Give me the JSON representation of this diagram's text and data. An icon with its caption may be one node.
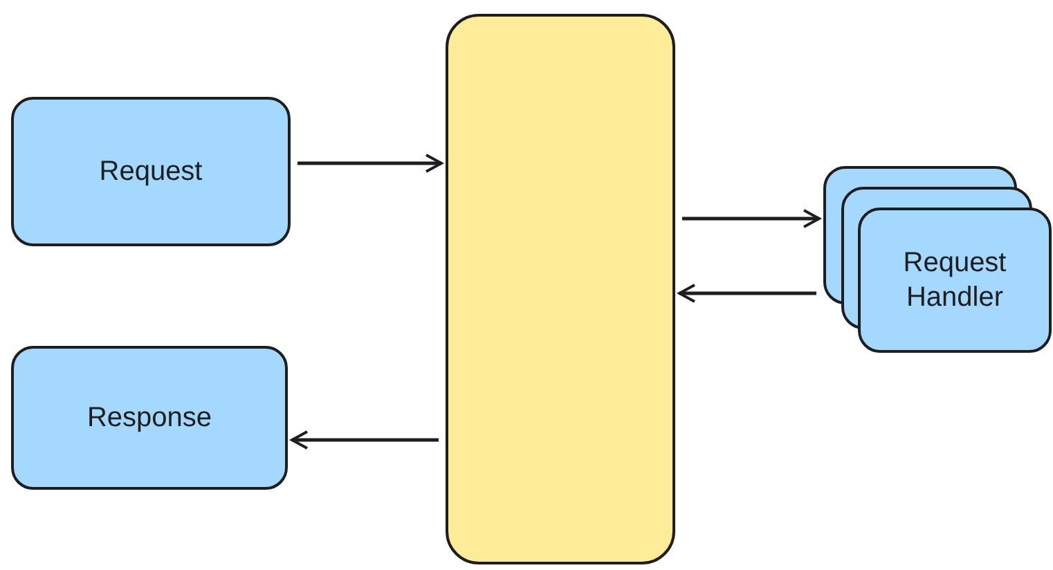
{
  "diagram": {
    "nodes": [
      {
        "text": [
          "Request"
        ]
      },
      {
        "text": [],
        "shape": "box"
      },
      {
        "text": [
          "Response"
        ]
      },
      {
        "text": [
          "Request Handler"
        ]
      }
    ],
    "edges": [
      {
        "from": 0,
        "to": 1,
        "arrow": "to"
      },
      {
        "from": 1,
        "to": 3,
        "arrow": "to"
      },
      {
        "from": 3,
        "to": 1,
        "arrow": "to"
      },
      {
        "from": 1,
        "to": 2,
        "arrow": "to"
      }
    ]
  }
}
